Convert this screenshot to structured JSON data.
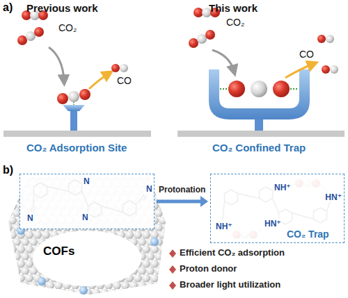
{
  "diagram": {
    "nodes": [
      {
        "text": [
          "N",
          "N",
          "N",
          "N"
        ]
      },
      {
        "text": [
          "NH⁺",
          "HN⁺",
          "HN⁺",
          "NH⁺",
          "CO₂ Trap"
        ]
      }
    ],
    "edges": [
      {
        "from": 0,
        "to": 1,
        "arrow": "to",
        "label": "Protonation"
      }
    ],
    "labels": [
      "a)",
      "Previous work",
      "This work",
      "CO₂",
      "CO",
      "CO₂ Adsorption Site",
      "CO₂",
      "CO",
      "CO₂ Confined Trap",
      "b)",
      "COFs",
      "Efficient CO₂ adsorption",
      "Proton donor",
      "Broader light utilization"
    ]
  }
}
